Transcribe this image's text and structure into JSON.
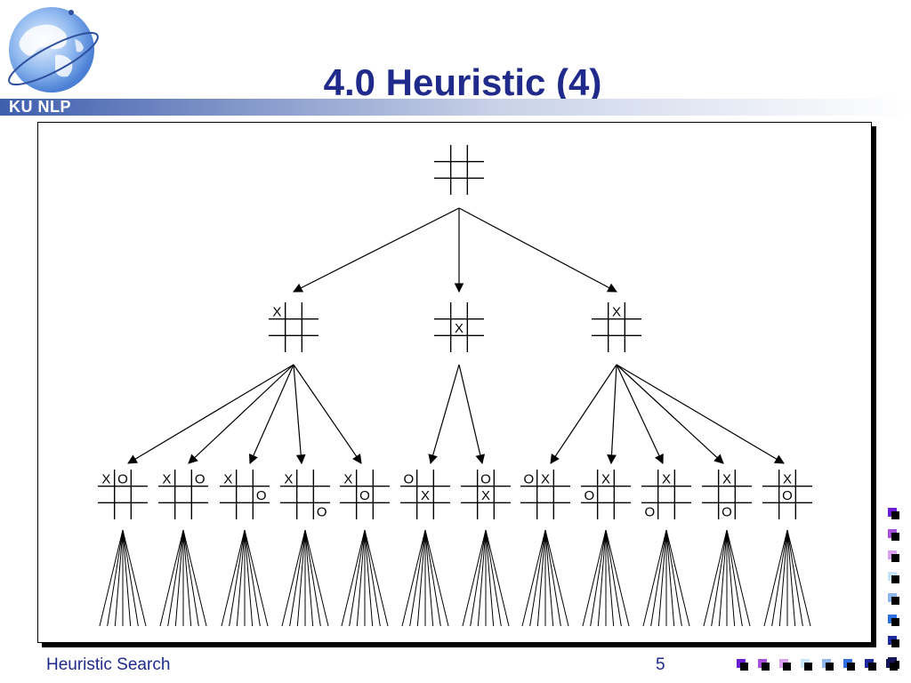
{
  "slide": {
    "title": "4.0 Heuristic (4)",
    "org_label": "KU NLP",
    "footer_title": "Heuristic Search",
    "page_number": "5"
  },
  "board": {
    "x_mark": "X",
    "o_mark": "O"
  },
  "colors": {
    "title": "#1f2a8a",
    "band_start": "#3f5fae",
    "deco_squares": [
      "#6a1fd6",
      "#a64fdb",
      "#d8a0ee",
      "#c8e4f8",
      "#8fb6ea",
      "#2f6fe0",
      "#1f2aa0",
      "#15155a"
    ]
  },
  "icons": {
    "logo": "globe-logo-icon"
  }
}
